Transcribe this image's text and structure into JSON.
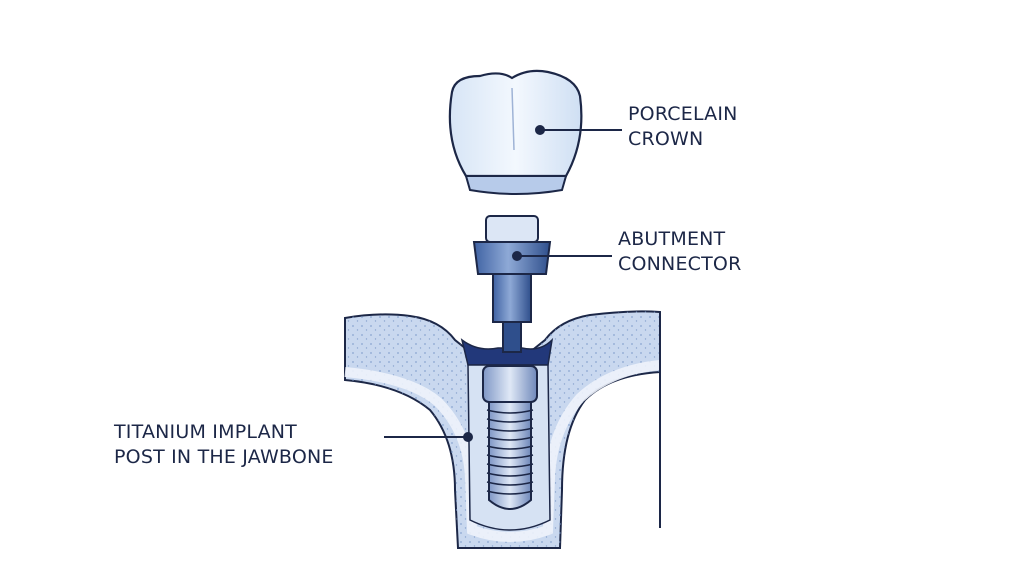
{
  "labels": {
    "crown": {
      "line1": "PORCELAIN",
      "line2": "CROWN"
    },
    "abutment": {
      "line1": "ABUTMENT",
      "line2": "CONNECTOR"
    },
    "post": {
      "line1": "TITANIUM IMPLANT",
      "line2": "POST IN THE JAWBONE"
    }
  },
  "colors": {
    "outline": "#1c2747",
    "bone_fill": "#c9d8ef",
    "bone_dots": "#7f9cc9",
    "gum_edge": "#e7eef9",
    "crown_fill": "#e9f1fb",
    "abutment_fill": "#5f82bc",
    "abutment_dark": "#2f4f8c",
    "screw_fill": "#9fb3d6",
    "socket_dark": "#22387a"
  }
}
